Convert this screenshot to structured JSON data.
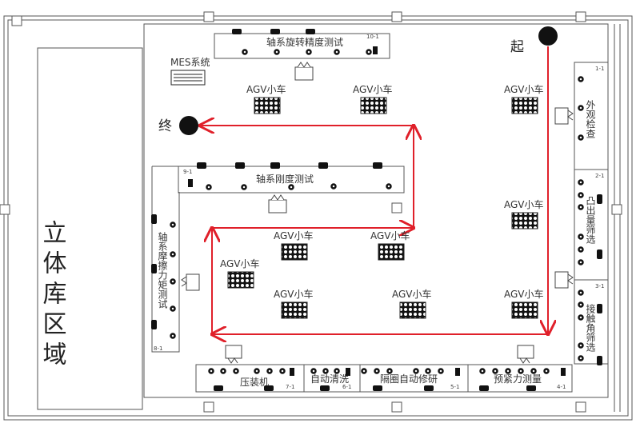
{
  "storage_area": {
    "label": "立体库区域"
  },
  "mes": {
    "label": "MES系统"
  },
  "start": {
    "label": "起"
  },
  "end": {
    "label": "终"
  },
  "agv_label": "AGV小车",
  "agv_count": 10,
  "stations": {
    "s10": {
      "name": "轴系旋转精度测试",
      "code": "10-1"
    },
    "s9": {
      "name": "轴系刚度测试",
      "code": "9-1"
    },
    "s8": {
      "name": "轴系摩擦力矩测试",
      "code": "8-1"
    },
    "s1": {
      "name": "外观检查",
      "code": "1-1"
    },
    "s2": {
      "name": "凸出量筛选",
      "code": "2-1"
    },
    "s3": {
      "name": "接触角筛选",
      "code": "3-1"
    },
    "s7": {
      "name": "压装机",
      "code": "7-1"
    },
    "s6": {
      "name": "自动清洗",
      "code": "6-1"
    },
    "s5": {
      "name": "隔圈自动修研",
      "code": "5-1"
    },
    "s4": {
      "name": "预紧力测量",
      "code": "4-1"
    }
  },
  "colors": {
    "path": "#e0202a",
    "line": "#555555"
  }
}
